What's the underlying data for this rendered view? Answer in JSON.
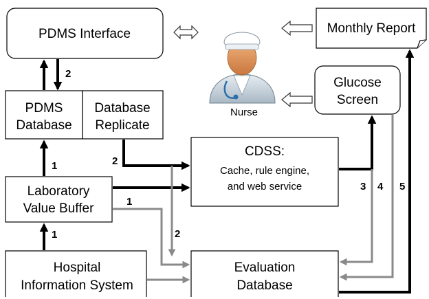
{
  "nodes": {
    "pdms_interface": "PDMS Interface",
    "monthly_report": "Monthly Report",
    "glucose_screen": [
      "Glucose",
      "Screen"
    ],
    "pdms_database": [
      "PDMS",
      "Database"
    ],
    "database_replicate": [
      "Database",
      "Replicate"
    ],
    "cdss": [
      "CDSS:",
      "Cache, rule engine,",
      "and web service"
    ],
    "lab_buffer": [
      "Laboratory",
      "Value Buffer"
    ],
    "his": [
      "Hospital",
      "Information System"
    ],
    "evaluation_db": [
      "Evaluation",
      "Database"
    ],
    "nurse": "Nurse"
  },
  "edge_labels": {
    "interface_to_db": "2",
    "buffer_to_pdms_db": "1",
    "his_to_buffer": "1",
    "replicate_to_cdss": "2",
    "buffer_to_eval": "1",
    "replicate_to_eval": "2",
    "cdss_to_glucose": "3",
    "glucose_to_eval": "4",
    "eval_to_report": "5"
  },
  "colors": {
    "primary_flow": "#000000",
    "secondary_flow": "#8a8a8a",
    "nurse_skin": "#e39a62",
    "nurse_uniform": "#c8d3dc"
  }
}
